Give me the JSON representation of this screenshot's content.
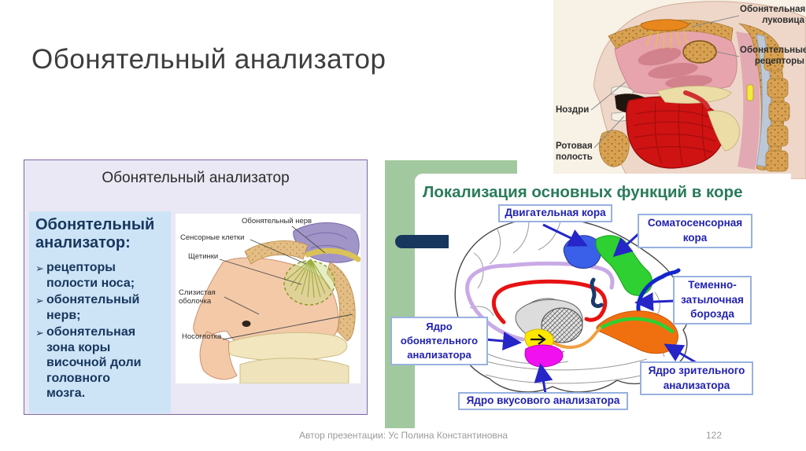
{
  "slide": {
    "title": "Обонятельный анализатор",
    "footer_author": "Автор презентации: Ус Полина Константиновна",
    "footer_page": "122"
  },
  "left_box": {
    "title": "Обонятельный анализатор",
    "heading": "Обонятельный анализатор:",
    "bullet_marker": "➢",
    "bullets": [
      "рецепторы полости носа;",
      "обонятельный нерв;",
      "обонятельная зона коры височной доли головного мозга."
    ],
    "figure_labels": {
      "nerve": "Обонятельный нерв",
      "sensory_cells": "Сенсорные клетки",
      "bristles": "Щетинки",
      "mucosa": "Слизистая оболочка",
      "nasopharynx": "Носоглотка"
    }
  },
  "head_figure": {
    "labels": {
      "olfactory_bulb": "Обонятельная луковица",
      "olfactory_receptors": "Обонятельные рецепторы",
      "nostrils": "Ноздри",
      "oral_cavity": "Ротовая полость"
    }
  },
  "brain_diagram": {
    "title": "Локализация основных функций в коре",
    "labels": {
      "motor_cortex": "Двигательная кора",
      "somatosensory_cortex": "Соматосенсорная кора",
      "parieto_occipital_sulcus": "Теменно-затылочная борозда",
      "olfactory_nucleus": "Ядро обонятельного анализатора",
      "gustatory_nucleus": "Ядро вкусового анализатора",
      "visual_nucleus": "Ядро зрительного анализатора"
    },
    "region_colors": {
      "motor": "#3a5fe8",
      "somatosensory": "#2ed032",
      "olfactory": "#ffe800",
      "gustatory": "#f010f0",
      "visual": "#f07010",
      "sulcus_blue": "#1226cc",
      "cingulate_lavender": "#c9aae6",
      "corpus_callosum_red": "#e81212"
    }
  },
  "colors": {
    "green_bar": "#a2c89f",
    "navy_accent": "#17375e",
    "diagram_title": "#2a7b5a",
    "label_text": "#2121b0",
    "label_border": "#98b1e0",
    "left_box_border": "#8064a2",
    "left_box_bg": "#e9e8f4",
    "left_panel_bg": "#cde4f6",
    "left_text_navy": "#17365d"
  }
}
